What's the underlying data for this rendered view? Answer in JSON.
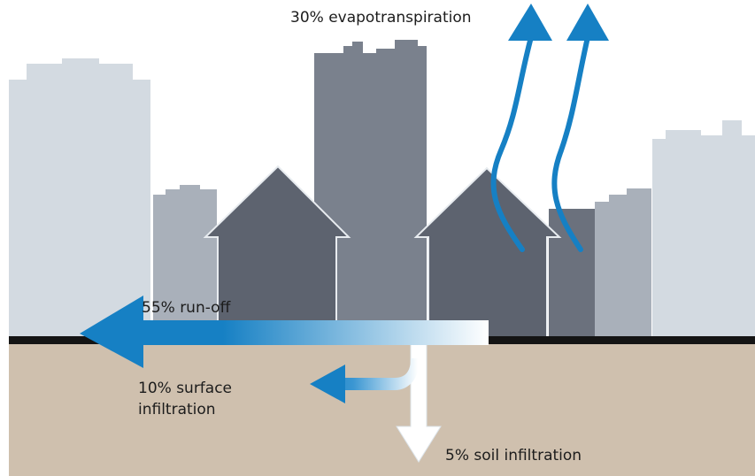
{
  "labels": {
    "evapotranspiration": "30% evapotranspiration",
    "run_off": "55% run-off",
    "surface_infiltration_line1": "10% surface",
    "surface_infiltration_line2": "infiltration",
    "soil_infiltration": "5% soil infiltration"
  },
  "colors": {
    "background": "#ffffff",
    "building_light": "#d3dae1",
    "building_mid": "#a9b0ba",
    "building_dark": "#7a818d",
    "house": "#5d636f",
    "ground": "#cfc0ae",
    "ground_line": "#141414",
    "arrow_blue": "#1680c4"
  },
  "icons": {
    "evaporation": "wavy-up-arrow-icon",
    "runoff": "left-arrow-icon",
    "surface_infiltration": "left-arrow-icon",
    "soil_infiltration": "down-arrow-icon"
  }
}
